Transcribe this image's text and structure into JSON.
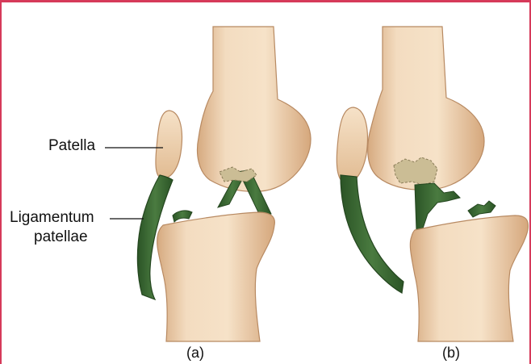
{
  "labels": {
    "patella": "Patella",
    "ligamentum_line1": "Ligamentum",
    "ligamentum_line2": "patellae"
  },
  "captions": {
    "a": "(a)",
    "b": "(b)"
  },
  "colors": {
    "frame": "#d63a5a",
    "bone": "#efd3b3",
    "bone_shadow": "#c99a72",
    "ligament": "#3d6b35",
    "ligament_dark": "#24461f",
    "torn_area": "#cbbd95"
  }
}
